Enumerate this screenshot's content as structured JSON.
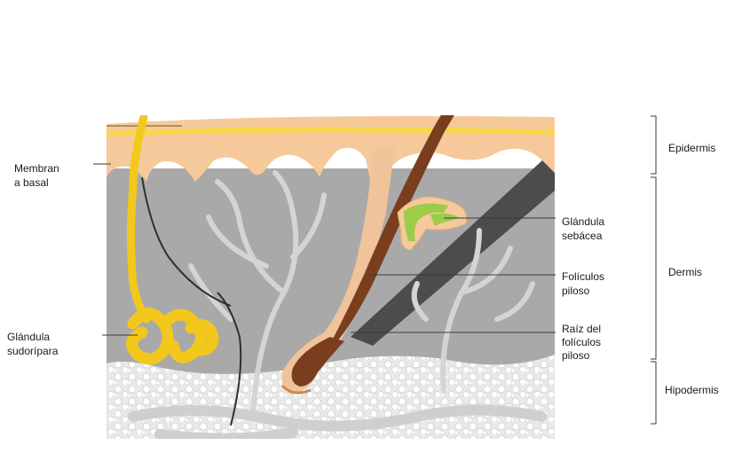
{
  "labels": {
    "membrana_line1": "Membran",
    "membrana_line2": "a basal",
    "sudoripara_line1": "Glándula",
    "sudoripara_line2": "sudorípara",
    "sebacea_line1": "Glándula",
    "sebacea_line2": "sebácea",
    "foliculo_line1": "Folículos",
    "foliculo_line2": "piloso",
    "raiz_line1": "Raíz del",
    "raiz_line2": "folículos",
    "raiz_line3": "piloso",
    "epidermis": "Epidermis",
    "dermis": "Dermis",
    "hipodermis": "Hipodermis"
  },
  "colors": {
    "epidermis": "#f6c99a",
    "stratum_corneum": "#f8d84a",
    "dermis": "#a9a9a9",
    "hypodermis": "#eeeeee",
    "vessels": "#d4d4d4",
    "hair": "#7a3e1e",
    "sweat_gland": "#f2c81c",
    "sebaceous_gland": "#9ccc4a"
  }
}
